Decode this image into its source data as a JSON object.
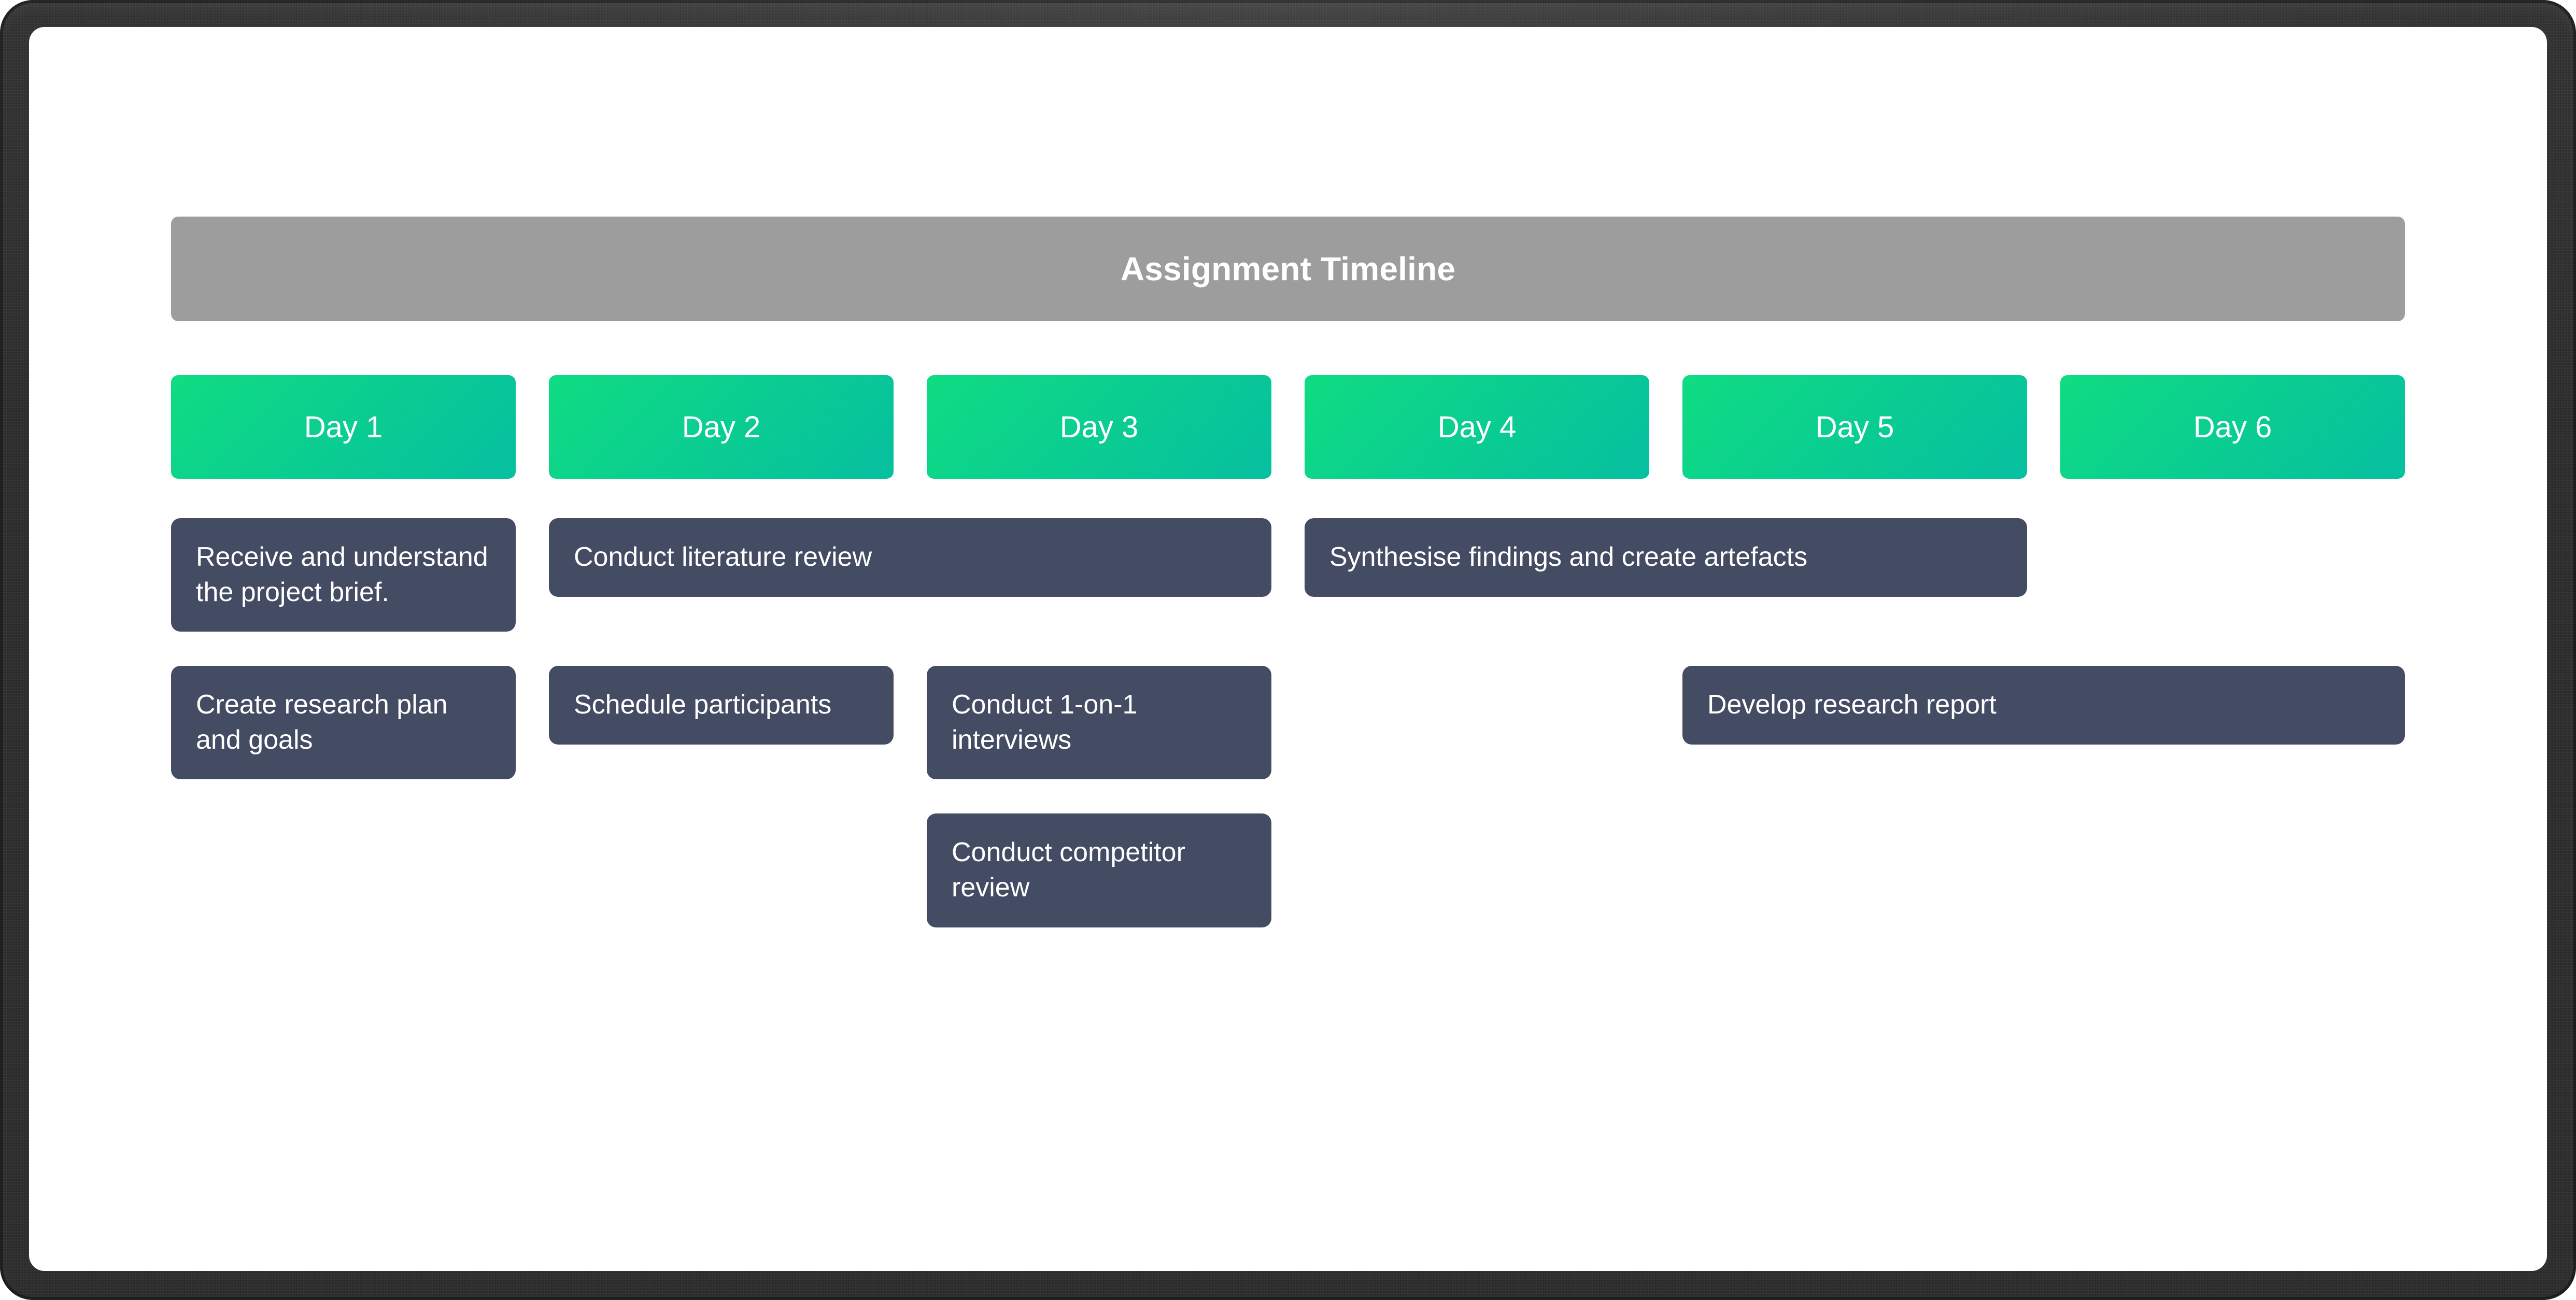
{
  "theme": {
    "canvas_background": "#ffffff",
    "frame_color": "#2b2b2b",
    "header_bar_color": "#9d9d9d",
    "day_pill_gradient_from": "#0fdc82",
    "day_pill_gradient_to": "#06bfa0",
    "task_card_color": "#444c63",
    "text_on_color": "#ffffff"
  },
  "header": {
    "title": "Assignment Timeline"
  },
  "days": [
    {
      "label": "Day 1"
    },
    {
      "label": "Day 2"
    },
    {
      "label": "Day 3"
    },
    {
      "label": "Day 4"
    },
    {
      "label": "Day 5"
    },
    {
      "label": "Day 6"
    }
  ],
  "tasks": [
    {
      "label": "Receive and understand the project brief.",
      "day_start": 1,
      "day_span": 1,
      "row": 1
    },
    {
      "label": "Conduct literature review",
      "day_start": 2,
      "day_span": 2,
      "row": 1
    },
    {
      "label": "Synthesise findings and create artefacts",
      "day_start": 4,
      "day_span": 2,
      "row": 1
    },
    {
      "label": "Create research plan and goals",
      "day_start": 1,
      "day_span": 1,
      "row": 2
    },
    {
      "label": "Schedule participants",
      "day_start": 2,
      "day_span": 1,
      "row": 2
    },
    {
      "label": "Conduct 1-on-1 interviews",
      "day_start": 3,
      "day_span": 1,
      "row": 2
    },
    {
      "label": "Develop research report",
      "day_start": 5,
      "day_span": 2,
      "row": 2
    },
    {
      "label": "Conduct competitor review",
      "day_start": 3,
      "day_span": 1,
      "row": 3
    }
  ]
}
